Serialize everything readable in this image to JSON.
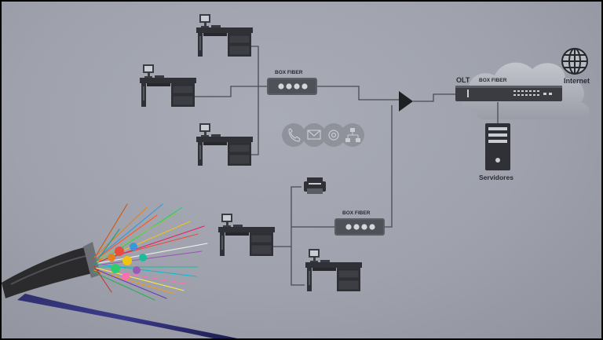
{
  "labels": {
    "box_fiber_top": "BOX FIBER",
    "box_fiber_bottom": "BOX FIBER",
    "olt": "OLT",
    "box_fiber_olt": "BOX FIBER",
    "internet": "Internet",
    "servidores": "Servidores"
  },
  "icons": [
    "desk-computer-icon",
    "printer-icon",
    "server-tower-icon",
    "globe-icon",
    "cloud-icon",
    "splitter-triangle-icon",
    "phone-icon",
    "mail-icon",
    "at-sign-icon",
    "network-icon",
    "fiber-optic-cable-icon"
  ],
  "colors": {
    "background": "#a3a6b0",
    "device": "#3a3c42",
    "line": "#4a4c52"
  }
}
